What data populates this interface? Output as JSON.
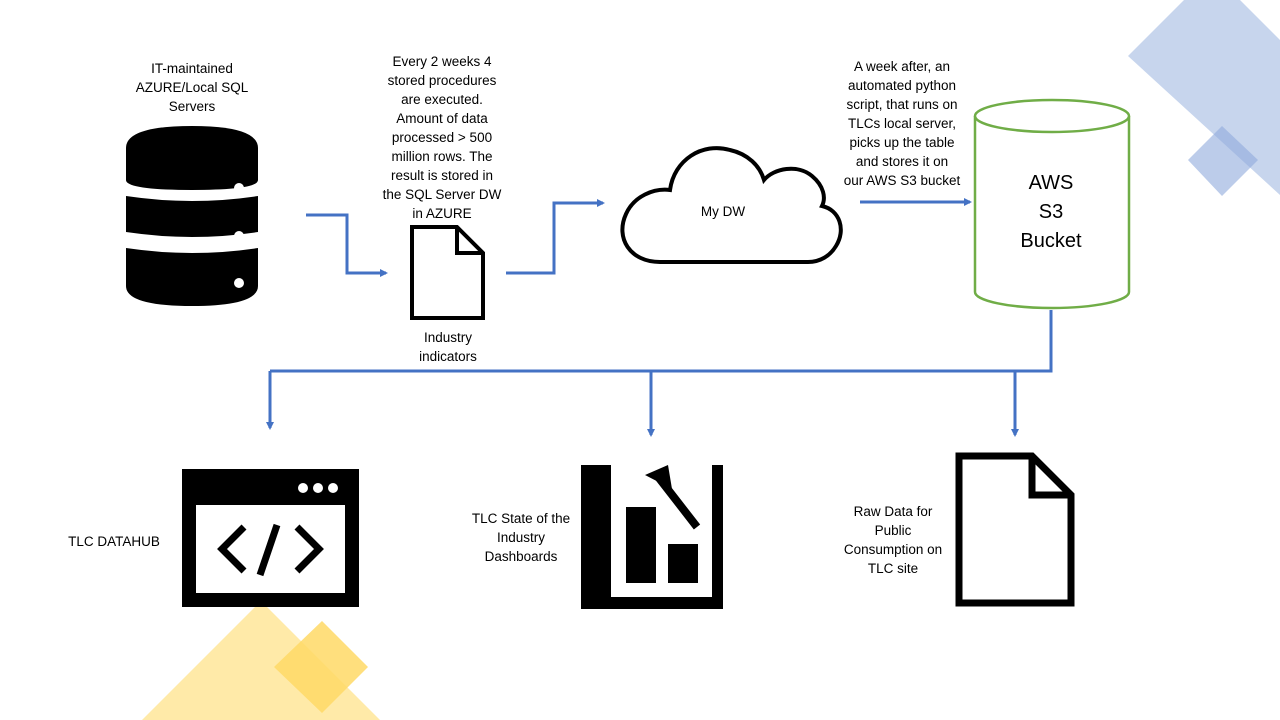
{
  "nodes": {
    "sql_servers": {
      "label": "IT-maintained\nAZURE/Local SQL\nServers"
    },
    "stored_procs": {
      "label": "Every 2 weeks  4\nstored procedures\nare executed.\nAmount  of data\nprocessed > 500\nmillion rows. The\nresult is stored in\nthe SQL Server DW\nin AZURE"
    },
    "industry_indicators": {
      "label": "Industry\nindicators"
    },
    "my_dw": {
      "label": "My DW"
    },
    "python_script": {
      "label": "A week after, an\nautomated python\nscript, that runs on\nTLCs local server,\npicks up the table\nand stores it on\nour AWS S3 bucket"
    },
    "aws_s3": {
      "label": "AWS\nS3\nBucket"
    },
    "tlc_datahub": {
      "label": "TLC DATAHUB"
    },
    "dashboards": {
      "label": "TLC State of the\nIndustry\nDashboards"
    },
    "raw_data": {
      "label": "Raw Data for\nPublic\nConsumption  on\nTLC site"
    }
  },
  "edges": [
    {
      "from": "sql_servers",
      "to": "industry_indicators"
    },
    {
      "from": "industry_indicators",
      "to": "my_dw"
    },
    {
      "from": "my_dw",
      "to": "aws_s3"
    },
    {
      "from": "aws_s3",
      "to": "tlc_datahub"
    },
    {
      "from": "aws_s3",
      "to": "dashboards"
    },
    {
      "from": "aws_s3",
      "to": "raw_data"
    }
  ],
  "colors": {
    "arrow": "#4472C4",
    "s3_border": "#70AD47",
    "decor_blue": "#B4C7E7",
    "decor_yellow": "#FFD966",
    "icon": "#000000"
  },
  "icons": {
    "sql_servers": "database-server-icon",
    "industry_indicators": "document-icon",
    "my_dw": "cloud-icon",
    "aws_s3": "cylinder-icon",
    "tlc_datahub": "code-window-icon",
    "dashboards": "bar-chart-icon",
    "raw_data": "document-icon"
  }
}
